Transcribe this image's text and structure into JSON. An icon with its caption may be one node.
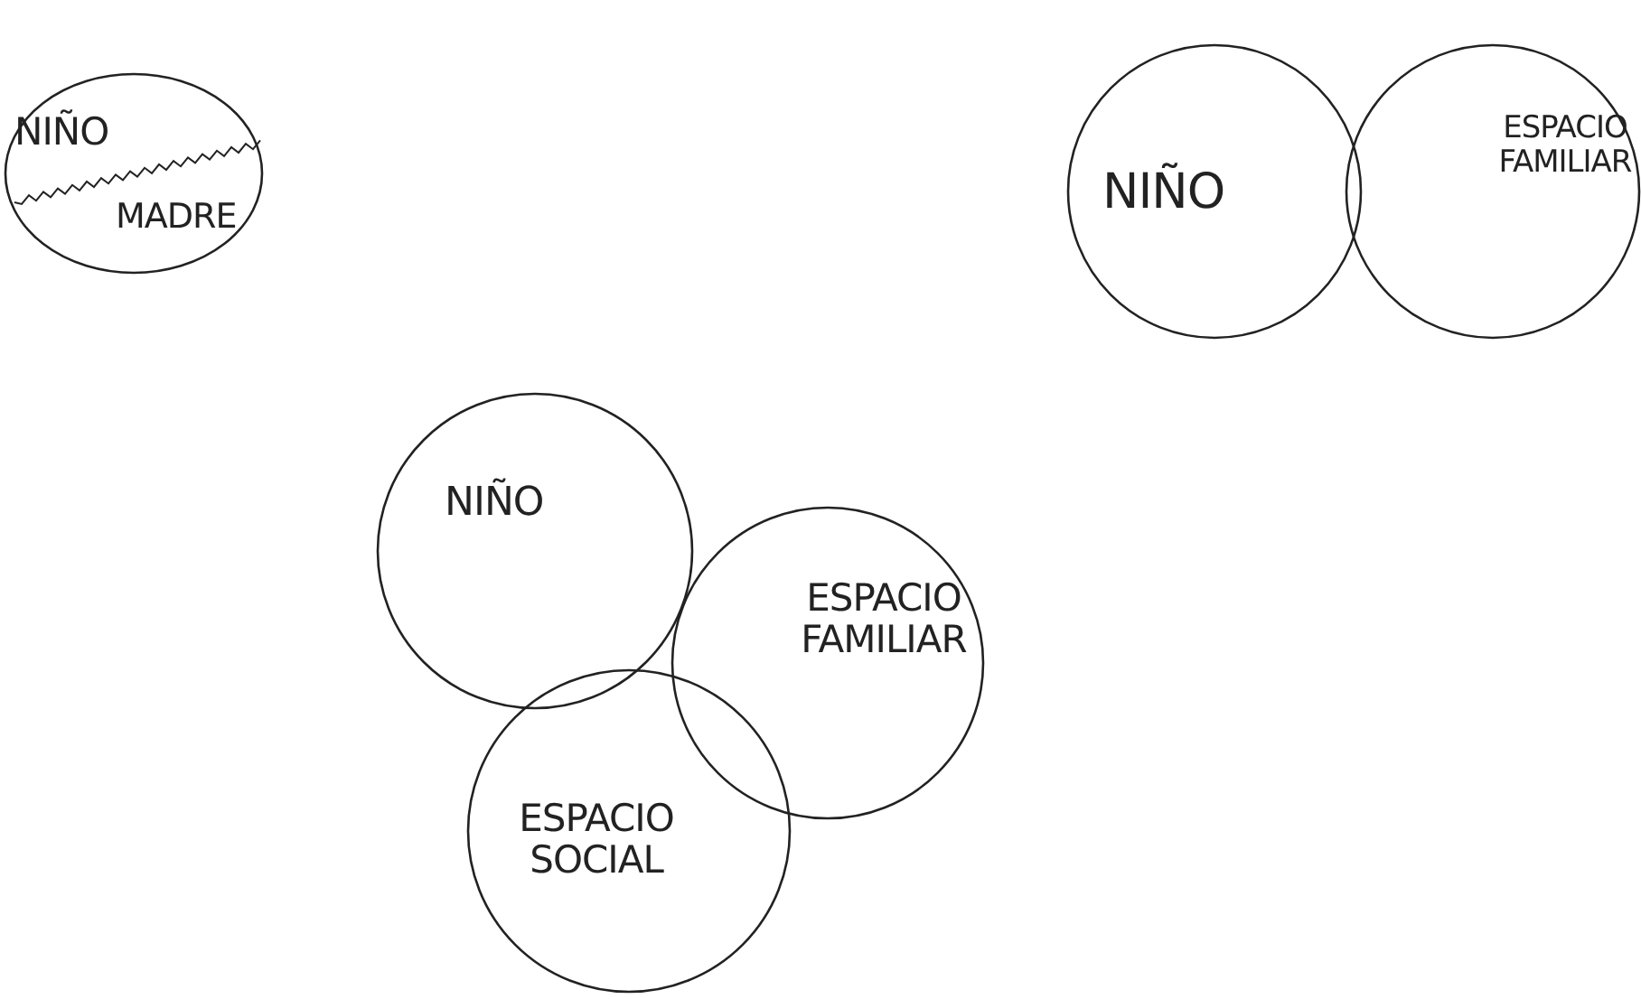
{
  "diagram": {
    "nodes": [
      {
        "text": [
          "NIÑO",
          "MADRE"
        ]
      },
      {
        "text": [
          "NIÑO"
        ]
      },
      {
        "text": [
          "ESPACIO FAMILIAR"
        ]
      },
      {
        "text": [
          "NIÑO"
        ]
      },
      {
        "text": [
          "ESPACIO FAMILIAR"
        ]
      },
      {
        "text": [
          "ESPACIO SOCIAL"
        ]
      }
    ]
  }
}
